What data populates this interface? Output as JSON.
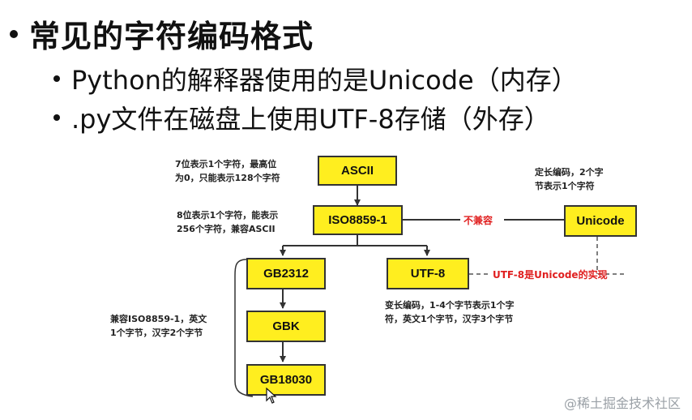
{
  "heading": "常见的字符编码格式",
  "bullets": [
    "Python的解释器使用的是Unicode（内存）",
    ".py文件在磁盘上使用UTF-8存储（外存）"
  ],
  "diagram": {
    "nodes": {
      "ascii": "ASCII",
      "iso": "ISO8859-1",
      "unicode": "Unicode",
      "gb2312": "GB2312",
      "utf8": "UTF-8",
      "gbk": "GBK",
      "gb18030": "GB18030"
    },
    "notes": {
      "ascii_line1": "7位表示1个字符，最高位",
      "ascii_line2": "为0，只能表示128个字符",
      "iso_line1": "8位表示1个字符，能表示",
      "iso_line2": "256个字符，兼容ASCII",
      "unicode_line1": "定长编码，2个字",
      "unicode_line2": "节表示1个字符",
      "gbk_line1": "兼容ISO8859-1，英文",
      "gbk_line2": "1个字节，汉字2个字节",
      "utf8_line1": "变长编码，1-4个字节表示1个字",
      "utf8_line2": "符，英文1个字节，汉字3个字节"
    },
    "labels": {
      "incompatible": "不兼容",
      "utf8_impl": "UTF-8是Unicode的实现"
    }
  },
  "watermark": "@稀土掘金技术社区"
}
